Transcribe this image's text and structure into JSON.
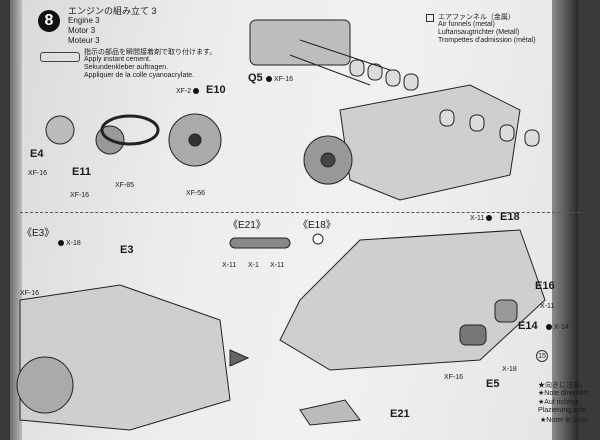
{
  "step": {
    "number": "8",
    "title_jp": "エンジンの組み立て 3",
    "title_en": "Engine 3",
    "title_de": "Motor 3",
    "title_fr": "Moteur 3"
  },
  "cement_note": {
    "jp": "指示の部品を瞬間接着剤で取り付けます。",
    "en": "Apply instant cement.",
    "de": "Sekundenkleber auftragen.",
    "fr": "Appliquer de la colle cyanoacrylate."
  },
  "metal_note": {
    "jp": "エアファンネル（金属）",
    "en": "Air funnels (metal)",
    "de": "Luftansaugtrichter (Metall)",
    "fr": "Trompettes d'admission (métal)"
  },
  "top_labels": {
    "q5": "Q5",
    "q5_paint": "XF-16",
    "e10": "E10",
    "e10_paint": "XF-2",
    "e4": "E4",
    "e4_paint": "XF-16",
    "e11": "E11",
    "e11_paint": "XF-16",
    "belt_paint": "XF-85",
    "fan_paint": "XF-56"
  },
  "bottom_labels": {
    "e3_sub": "《E3》",
    "e3_sub_paint1": "X-18",
    "e3_sub_paint2": "XF-16",
    "e3": "E3",
    "e21_sub": "《E21》",
    "e21_p1": "X-11",
    "e21_p2": "X-1",
    "e21_p3": "X-11",
    "e18_sub": "《E18》",
    "e18_paint": "X-11",
    "e18": "E18",
    "e16": "E16",
    "e16_paint": "X-11",
    "e14": "E14",
    "e14_paint": "X-14",
    "e5_paint": "XF-16",
    "e5": "E5",
    "e5_paint2": "X-18",
    "e21": "E21",
    "ref_step": "15"
  },
  "direction_note": {
    "jp": "★向きに注意。",
    "en": "★Note direction",
    "de": "★Auf richtige",
    "de2": "Plazierung acht",
    "fr": "★Noter le sens"
  }
}
